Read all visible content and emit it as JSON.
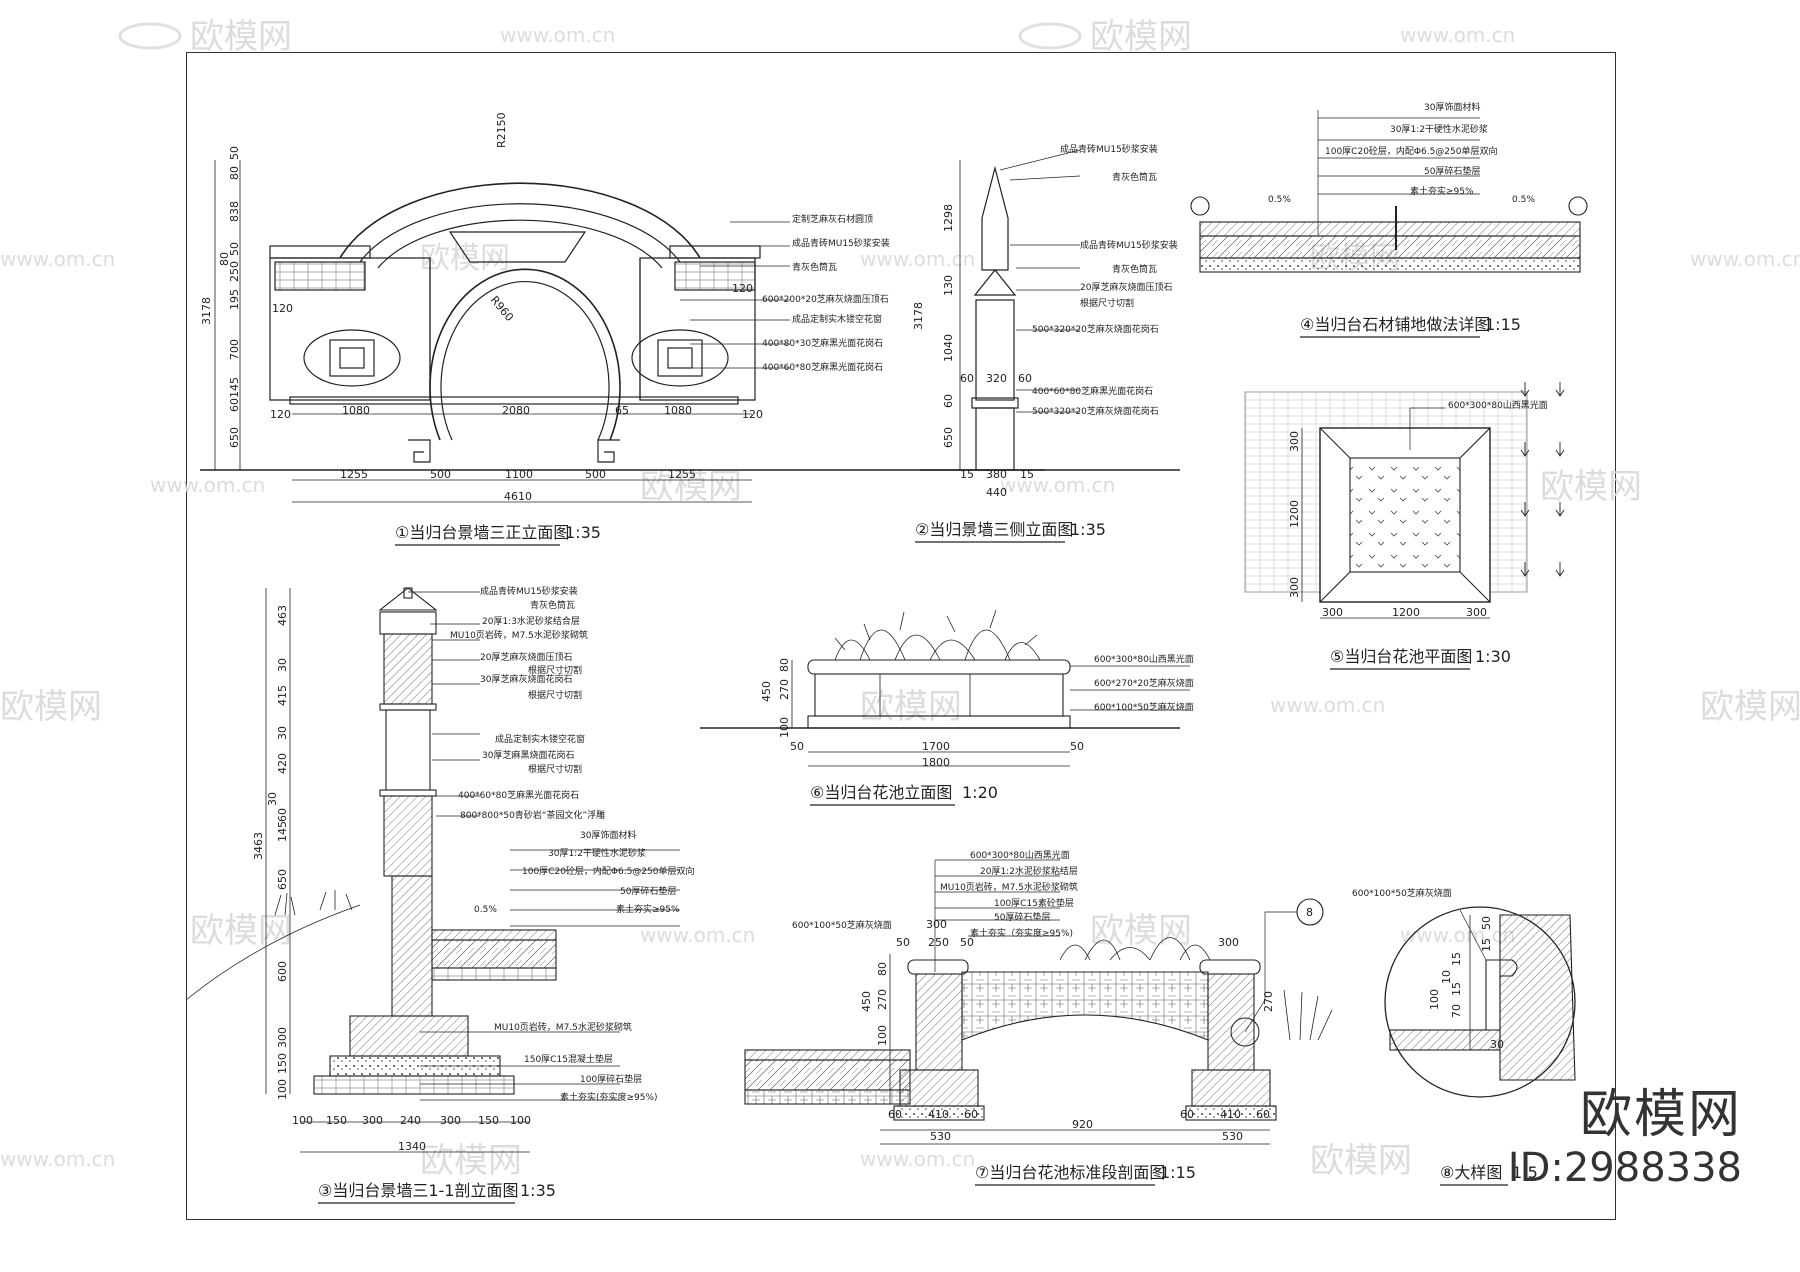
{
  "watermark": {
    "site": "www.om.cn",
    "logo_text": "欧模网"
  },
  "brand": {
    "name": "欧模网",
    "id": "ID:2988338"
  },
  "views": {
    "v1": {
      "title": "①当归台景墙三正立面图",
      "scale": "1:35",
      "notes": [
        "定制芝麻灰石材圆顶",
        "成品青砖MU15砂浆安装",
        "青灰色筒瓦",
        "600*200*20芝麻灰烧面压顶石",
        "成品定制实木镂空花窗",
        "400*80*30芝麻黑光面花岗石",
        "400*60*80芝麻黑光面花岗石"
      ],
      "dims": {
        "r_outer": "R2150",
        "r_inner": "R960",
        "total": "3178",
        "total_w": "4610",
        "left_stack": [
          "50",
          "80",
          "838",
          "50",
          "80",
          "250",
          "195",
          "700",
          "145",
          "60",
          "650"
        ],
        "top_row": [
          "120",
          "1080",
          "2080",
          "65",
          "1080",
          "120"
        ],
        "bottom_row": [
          "1255",
          "500",
          "1100",
          "500",
          "1255"
        ],
        "side_120": "120",
        "mid_65": "65"
      }
    },
    "v2": {
      "title": "②当归景墙三侧立面图",
      "scale": "1:35",
      "notes": [
        "成品青砖MU15砂浆安装",
        "青灰色筒瓦",
        "成品青砖MU15砂浆安装",
        "青灰色筒瓦",
        "20厚芝麻灰烧面压顶石",
        "根据尺寸切割",
        "500*320*20芝麻灰烧面花岗石",
        "400*60*80芝麻黑光面花岗石",
        "500*320*20芝麻灰烧面花岗石"
      ],
      "dims": {
        "total": "3178",
        "left_stack": [
          "1298",
          "130",
          "1040",
          "60",
          "650"
        ],
        "top_w": [
          "60",
          "320",
          "60"
        ],
        "bottom_w": [
          "15",
          "380",
          "15"
        ],
        "base": "440"
      }
    },
    "v3": {
      "title": "③当归台景墙三1-1剖立面图",
      "scale": "1:35",
      "notes": [
        "成品青砖MU15砂浆安装",
        "青灰色筒瓦",
        "20厚1:3水泥砂浆结合层",
        "MU10页岩砖，M7.5水泥砂浆砌筑",
        "20厚芝麻灰烧面压顶石",
        "根据尺寸切割",
        "30厚芝麻灰烧面花岗石",
        "根据尺寸切割",
        "成品定制实木镂空花窗",
        "30厚芝麻黑烧面花岗石",
        "根据尺寸切割",
        "400*60*80芝麻黑光面花岗石",
        "800*800*50青砂岩“茶园文化”浮雕",
        "30厚饰面材料",
        "30厚1:2干硬性水泥砂浆",
        "100厚C20砼层，内配Φ6.5@250单层双向",
        "50厚碎石垫层",
        "素土夯实≥95%",
        "MU10页岩砖，M7.5水泥砂浆砌筑",
        "150厚C15混凝土垫层",
        "100厚碎石垫层",
        "素土夯实(夯实度≥95%)"
      ],
      "dims": {
        "total": "3463",
        "left_stack": [
          "463",
          "30",
          "415",
          "30",
          "420",
          "30",
          "60",
          "145",
          "650",
          "600",
          "300",
          "150",
          "100"
        ],
        "bottom_row": [
          "100",
          "150",
          "300",
          "240",
          "300",
          "150",
          "100"
        ],
        "base": "1340",
        "slope": "0.5%"
      }
    },
    "v4": {
      "title": "④当归台石材铺地做法详图",
      "scale": "1:15",
      "notes": [
        "30厚饰面材料",
        "30厚1:2干硬性水泥砂浆",
        "100厚C20砼层，内配Φ6.5@250单层双向",
        "50厚碎石垫层",
        "素土夯实≥95%"
      ],
      "slope_l": "0.5%",
      "slope_r": "0.5%"
    },
    "v5": {
      "title": "⑤当归台花池平面图",
      "scale": "1:30",
      "notes": [
        "600*300*80山西黑光面"
      ],
      "dims": {
        "left": [
          "300",
          "1200",
          "300"
        ],
        "bottom": [
          "300",
          "1200",
          "300"
        ]
      }
    },
    "v6": {
      "title": "⑥当归台花池立面图",
      "scale": "1:20",
      "notes": [
        "600*300*80山西黑光面",
        "600*270*20芝麻灰烧面",
        "600*100*50芝麻灰烧面"
      ],
      "dims": {
        "left": [
          "80",
          "270",
          "450",
          "100"
        ],
        "inner": "1700",
        "outer": "1800",
        "side": [
          "50",
          "50"
        ]
      }
    },
    "v7": {
      "title": "⑦当归台花池标准段剖面图",
      "scale": "1:15",
      "notes": [
        "600*300*80山西黑光面",
        "20厚1:2水泥砂浆粘结层",
        "MU10页岩砖，M7.5水泥砂浆砌筑",
        "100厚C15素砼垫层",
        "50厚碎石垫层",
        "素土夯实（夯实度≥95%)",
        "600*100*50芝麻灰烧面"
      ],
      "dims": {
        "top": [
          "300",
          "50",
          "250",
          "50"
        ],
        "left": [
          "80",
          "270",
          "450",
          "100"
        ],
        "bottom": [
          "530",
          "920",
          "530"
        ],
        "foot": [
          "60",
          "410",
          "60"
        ],
        "right_top": "300",
        "right": "270"
      },
      "callout": "8"
    },
    "v8": {
      "title": "⑧大样图",
      "scale": "1:5",
      "notes": [
        "600*100*50芝麻灰烧面"
      ],
      "dims": [
        "50",
        "15",
        "15",
        "10",
        "15",
        "100",
        "70",
        "30"
      ]
    }
  }
}
